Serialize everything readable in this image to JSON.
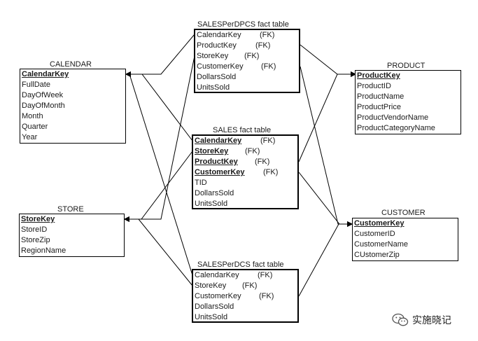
{
  "tables": {
    "sales_per_dpcs": {
      "title": "SALESPerDPCS fact table",
      "rows": [
        {
          "name": "CalendarKey",
          "fk": "(FK)"
        },
        {
          "name": "ProductKey",
          "fk": "(FK)"
        },
        {
          "name": "StoreKey",
          "fk": "(FK)"
        },
        {
          "name": "CustomerKey",
          "fk": "(FK)"
        },
        {
          "name": "DollarsSold",
          "fk": ""
        },
        {
          "name": "UnitsSold",
          "fk": ""
        }
      ]
    },
    "calendar": {
      "title": "CALENDAR",
      "rows": [
        {
          "name": "CalendarKey",
          "fk": ""
        },
        {
          "name": "FullDate",
          "fk": ""
        },
        {
          "name": "DayOfWeek",
          "fk": ""
        },
        {
          "name": "DayOfMonth",
          "fk": ""
        },
        {
          "name": "Month",
          "fk": ""
        },
        {
          "name": "Quarter",
          "fk": ""
        },
        {
          "name": "Year",
          "fk": ""
        }
      ]
    },
    "product": {
      "title": "PRODUCT",
      "rows": [
        {
          "name": "ProductKey",
          "fk": ""
        },
        {
          "name": "ProductID",
          "fk": ""
        },
        {
          "name": "ProductName",
          "fk": ""
        },
        {
          "name": "ProductPrice",
          "fk": ""
        },
        {
          "name": "ProductVendorName",
          "fk": ""
        },
        {
          "name": "ProductCategoryName",
          "fk": ""
        }
      ]
    },
    "sales": {
      "title": "SALES fact table",
      "rows": [
        {
          "name": "CalendarKey",
          "fk": "(FK)"
        },
        {
          "name": "StoreKey",
          "fk": "(FK)"
        },
        {
          "name": "ProductKey",
          "fk": "(FK)"
        },
        {
          "name": "CustomerKey",
          "fk": "(FK)"
        },
        {
          "name": "TID",
          "fk": ""
        },
        {
          "name": "DollarsSold",
          "fk": ""
        },
        {
          "name": "UnitsSold",
          "fk": ""
        }
      ]
    },
    "store": {
      "title": "STORE",
      "rows": [
        {
          "name": "StoreKey",
          "fk": ""
        },
        {
          "name": "StoreID",
          "fk": ""
        },
        {
          "name": "StoreZip",
          "fk": ""
        },
        {
          "name": "RegionName",
          "fk": ""
        }
      ]
    },
    "customer": {
      "title": "CUSTOMER",
      "rows": [
        {
          "name": "CustomerKey",
          "fk": ""
        },
        {
          "name": "CustomerID",
          "fk": ""
        },
        {
          "name": "CustomerName",
          "fk": ""
        },
        {
          "name": "CUstomerZip",
          "fk": ""
        }
      ]
    },
    "sales_per_dcs": {
      "title": "SALESPerDCS fact table",
      "rows": [
        {
          "name": "CalendarKey",
          "fk": "(FK)"
        },
        {
          "name": "StoreKey",
          "fk": "(FK)"
        },
        {
          "name": "CustomerKey",
          "fk": "(FK)"
        },
        {
          "name": "DollarsSold",
          "fk": ""
        },
        {
          "name": "UnitsSold",
          "fk": ""
        }
      ]
    }
  },
  "watermark": {
    "icon": "wechat-icon",
    "text": "实施晓记"
  }
}
